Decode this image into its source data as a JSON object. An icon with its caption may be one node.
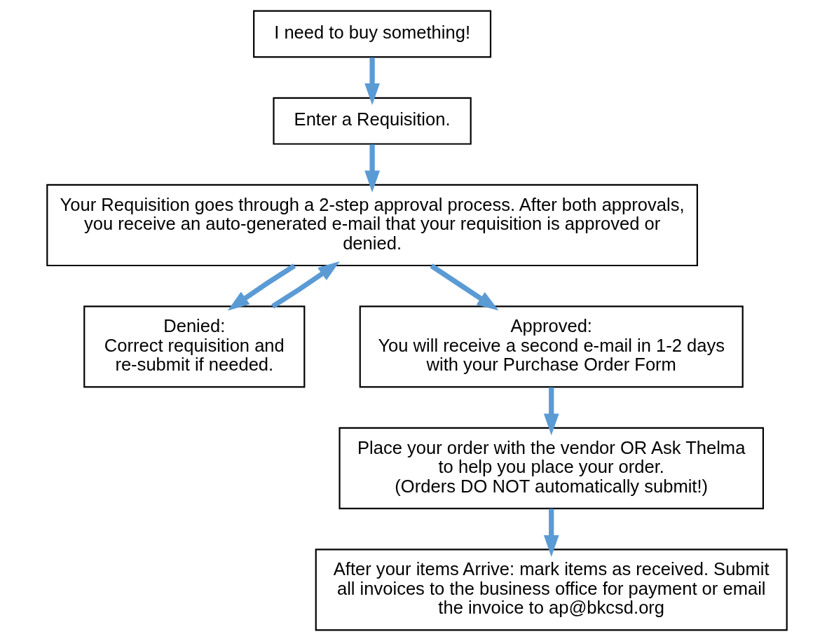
{
  "diagram": {
    "nodes": [
      {
        "text": [
          "I need to buy something!"
        ]
      },
      {
        "text": [
          "Enter a Requisition."
        ]
      },
      {
        "text": [
          "Your Requisition goes through a 2-step approval process. After both approvals, you receive an auto-generated e-mail that your requisition is approved or denied."
        ]
      },
      {
        "text": [
          "Denied:",
          "Correct requisition and re-submit if needed."
        ]
      },
      {
        "text": [
          "Approved:",
          "You will receive a second e-mail in 1-2 days with your Purchase Order Form"
        ]
      },
      {
        "text": [
          "Place your order with the vendor OR Ask Thelma to help you place your order.",
          "(Orders DO NOT automatically submit!)"
        ]
      },
      {
        "text": [
          "After your items Arrive: mark items as received. Submit all invoices to the business office for payment or email the invoice to ap@bkcsd.org"
        ]
      }
    ],
    "edges": [
      {
        "from": 0,
        "to": 1,
        "arrow": "to"
      },
      {
        "from": 1,
        "to": 2,
        "arrow": "to"
      },
      {
        "from": 2,
        "to": 3,
        "arrow": "to"
      },
      {
        "from": 2,
        "to": 4,
        "arrow": "to"
      },
      {
        "from": 4,
        "to": 5,
        "arrow": "to"
      },
      {
        "from": 5,
        "to": 6,
        "arrow": "to"
      },
      {
        "from": 3,
        "to": 2,
        "arrow": "to"
      }
    ]
  }
}
